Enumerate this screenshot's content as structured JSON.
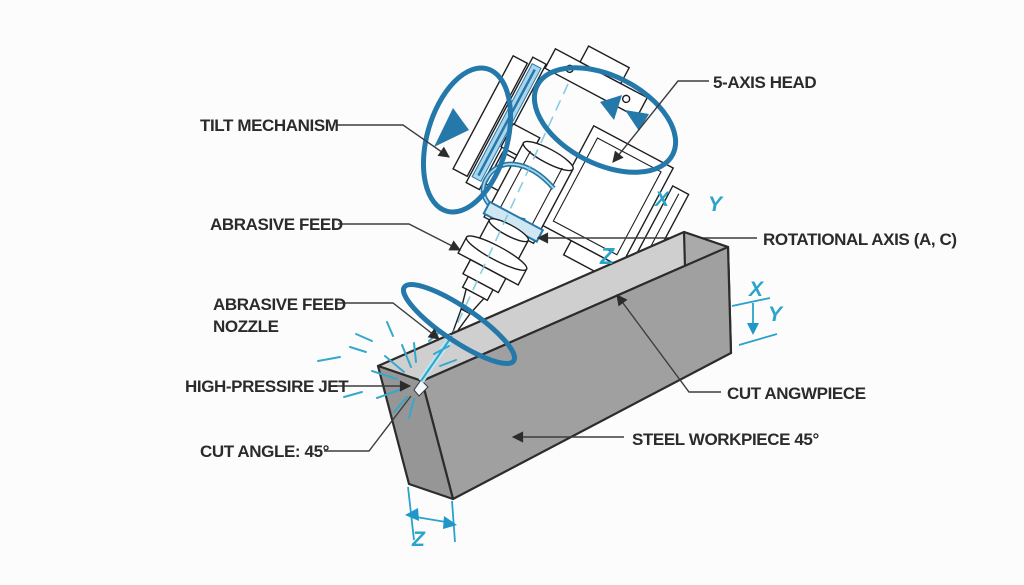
{
  "diagram": {
    "subject": "5-axis abrasive waterjet cutting head diagram",
    "labels": {
      "tilt_mechanism": "TILT MECHANISM",
      "abrasive_feed": "ABRASIVE FEED",
      "abrasive_feed_nozzle": [
        "ABRASIVE FEED",
        "NOZZLE"
      ],
      "high_pressure_jet": "HIGH-PRESSIRE JET",
      "cut_angle": "CUT ANGLE: 45°",
      "five_axis_head": "5-AXIS HEAD",
      "rotational_axis": "ROTATIONAL AXIS (A, C)",
      "cut_workpiece": "CUT ANGWPIECE",
      "steel_workpiece": "STEEL WORKPIECE 45°"
    },
    "axes": {
      "head_x": "X",
      "head_y": "Y",
      "slab_z": "Z",
      "dim_x": "X",
      "dim_y": "Y",
      "dim_z": "Z"
    },
    "colors": {
      "background": "#fcfcfc",
      "accent_blue": "#2579aa",
      "cyan": "#2ba4ca",
      "label_text": "#2b2b2b",
      "leader": "#3d3d3d",
      "workpiece_top": "#cfcfcf",
      "workpiece_front": "#a0a0a0",
      "workpiece_left_end": "#969696",
      "workpiece_right_end": "#aaaaaa"
    }
  }
}
